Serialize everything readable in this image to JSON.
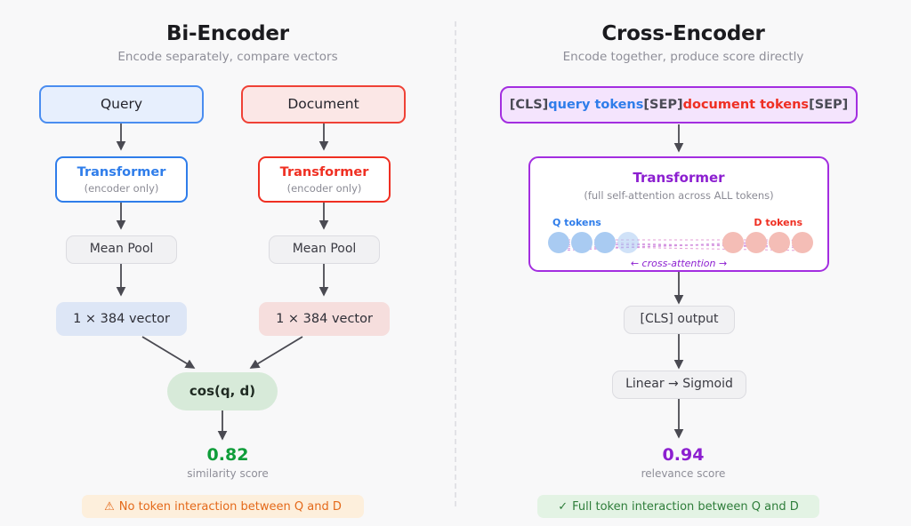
{
  "canvas": {
    "background": "#f8f8f9",
    "divider": "dashed-vertical"
  },
  "left_panel": {
    "title": "Bi-Encoder",
    "subtitle": "Encode separately, compare vectors",
    "query_box": {
      "label": "Query",
      "fill": "#e7effd",
      "border": "#4a8df0"
    },
    "document_box": {
      "label": "Document",
      "fill": "#fbe7e6",
      "border": "#ef4136"
    },
    "query_transformer": {
      "main": "Transformer",
      "sub": "(encoder only)",
      "color": "#2f7dea"
    },
    "document_transformer": {
      "main": "Transformer",
      "sub": "(encoder only)",
      "color": "#ef2f22"
    },
    "query_pool": {
      "label": "Mean Pool"
    },
    "document_pool": {
      "label": "Mean Pool"
    },
    "query_vector": {
      "label": "1 × 384 vector",
      "fill": "#dde6f6"
    },
    "document_vector": {
      "label": "1 × 384 vector",
      "fill": "#f6dedd"
    },
    "cos_node": {
      "label": "cos(q, d)",
      "fill": "#d7ead9"
    },
    "score": {
      "value": "0.82",
      "caption": "similarity score",
      "color": "#0f9d3a"
    },
    "footer": {
      "icon": "warning-triangle-icon",
      "glyph": "⚠",
      "text": "No token interaction between Q and D",
      "fill": "#fdefdc",
      "color": "#e4691a"
    }
  },
  "right_panel": {
    "title": "Cross-Encoder",
    "subtitle": "Encode together, produce score directly",
    "tokens_bar": {
      "segments": [
        {
          "text": "[CLS]",
          "kind": "cls"
        },
        {
          "text": "query tokens",
          "kind": "q"
        },
        {
          "text": "[SEP]",
          "kind": "cls"
        },
        {
          "text": "document tokens",
          "kind": "d"
        },
        {
          "text": "[SEP]",
          "kind": "cls"
        }
      ],
      "fill": "#f4e4fd",
      "border": "#a32ee0"
    },
    "transformer": {
      "main": "Transformer",
      "sub": "(full self-attention across ALL tokens)",
      "color": "#8c1fd0",
      "q_tokens_label": "Q tokens",
      "d_tokens_label": "D tokens",
      "attention_label": "← cross-attention →",
      "q_token_count": 4,
      "d_token_count": 4,
      "q_color": "#a9cbf2",
      "d_color": "#f4bdb6"
    },
    "cls_output": {
      "label": "[CLS] output"
    },
    "linear_sigmoid": {
      "label": "Linear → Sigmoid"
    },
    "score": {
      "value": "0.94",
      "caption": "relevance score",
      "color": "#8c1fd0"
    },
    "footer": {
      "icon": "check-icon",
      "glyph": "✓",
      "text": "Full token interaction between Q and D",
      "fill": "#e3f3e4",
      "color": "#2e7d3a"
    }
  }
}
